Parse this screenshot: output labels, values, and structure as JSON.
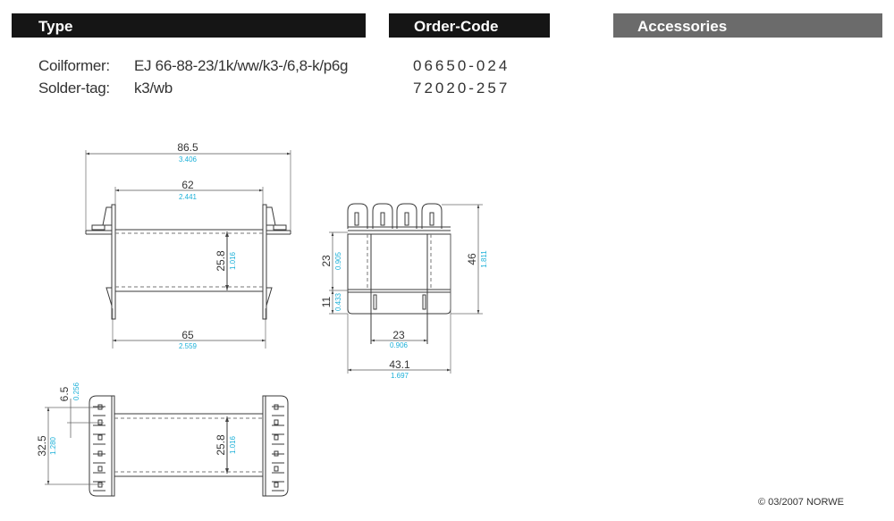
{
  "headers": {
    "type": "Type",
    "order_code": "Order-Code",
    "accessories": "Accessories"
  },
  "items": [
    {
      "label": "Coilformer:",
      "value": "EJ 66-88-23/1k/ww/k3-/6,8-k/p6g",
      "code": "06650-024"
    },
    {
      "label": "Solder-tag:",
      "value": "k3/wb",
      "code": "72020-257"
    }
  ],
  "dimensions": {
    "side_view": {
      "overall_width": {
        "mm": "86.5",
        "inch": "3.406"
      },
      "inner_width": {
        "mm": "62",
        "inch": "2.441"
      },
      "core_height": {
        "mm": "25.8",
        "inch": "1.016"
      },
      "flange_width": {
        "mm": "65",
        "inch": "2.559"
      }
    },
    "end_view": {
      "window_height": {
        "mm": "23",
        "inch": "0.905"
      },
      "base_height": {
        "mm": "11",
        "inch": "0.433"
      },
      "total_height": {
        "mm": "46",
        "inch": "1.811"
      },
      "core_width": {
        "mm": "23",
        "inch": "0.906"
      },
      "total_width": {
        "mm": "43.1",
        "inch": "1.697"
      }
    },
    "bottom_view": {
      "pin_pitch": {
        "mm": "6.5",
        "inch": "0.256"
      },
      "pin_span": {
        "mm": "32.5",
        "inch": "1.280"
      },
      "core_height": {
        "mm": "25.8",
        "inch": "1.016"
      }
    }
  },
  "footer": {
    "copyright": "© 03/2007 NORWE"
  }
}
